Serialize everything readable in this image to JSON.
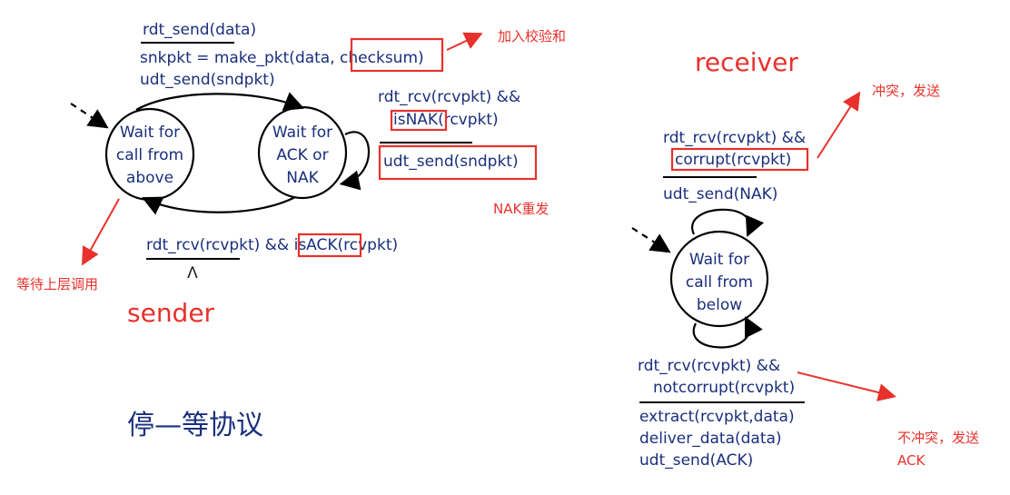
{
  "sender": {
    "label": "sender",
    "state_wait_call": [
      "Wait for",
      "call from",
      "above"
    ],
    "state_wait_ack": [
      "Wait for",
      "ACK or",
      "NAK"
    ],
    "send_event": "rdt_send(data)",
    "send_action_1a": "snkpkt = make_pkt(data, ",
    "send_action_1b": "checksum",
    "send_action_1c": ")",
    "send_action_2": "udt_send(sndpkt)",
    "nak_event_1": "rdt_rcv(rcvpkt) &&",
    "nak_event_2a": "isNAK",
    "nak_event_2b": "(rcvpkt)",
    "nak_action": "udt_send(sndpkt)",
    "ack_event_a": "rdt_rcv(rcvpkt) && ",
    "ack_event_b": "isACK",
    "ack_event_c": "(rcvpkt)",
    "ack_action": "Λ"
  },
  "receiver": {
    "label": "receiver",
    "state_wait_below": [
      "Wait for",
      "call from",
      "below"
    ],
    "corrupt_event_1": "rdt_rcv(rcvpkt) &&",
    "corrupt_event_2": "corrupt(rcvpkt)",
    "corrupt_action": "udt_send(NAK)",
    "ok_event_1": "rdt_rcv(rcvpkt) &&",
    "ok_event_2": "notcorrupt(rcvpkt)",
    "ok_action_1": "extract(rcvpkt,data)",
    "ok_action_2": "deliver_data(data)",
    "ok_action_3": "udt_send(ACK)"
  },
  "annotations": {
    "checksum_note": "加入校验和",
    "nak_resend_note": "NAK重发",
    "wait_upper_note": "等待上层调用",
    "corrupt_note": "冲突，发送",
    "notcorrupt_note_1": "不冲突，发送",
    "notcorrupt_note_2": "ACK"
  },
  "title": "停—等协议",
  "colors": {
    "text_blue": "#1a2f7c",
    "annotation_red": "#e8312c"
  }
}
